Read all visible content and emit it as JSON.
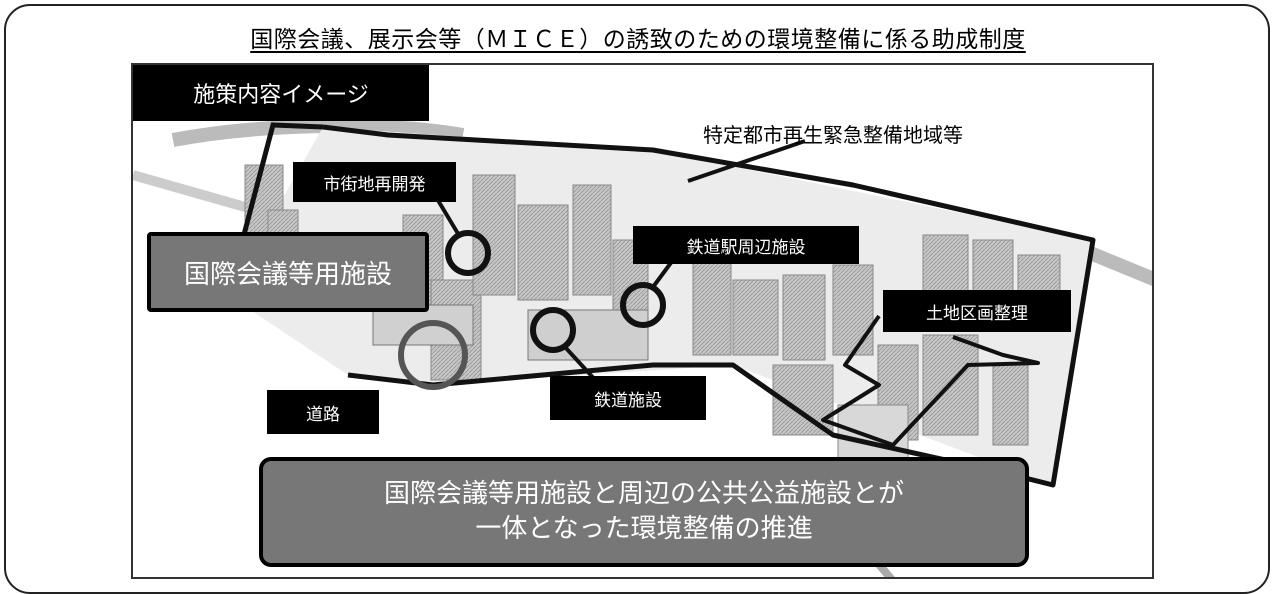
{
  "title": "国際会議、展示会等（ＭＩＣＥ）の誘致のための環境整備に係る助成制度",
  "header_label": "施策内容イメージ",
  "district_label": "特定都市再生緊急整備地域等",
  "labels": {
    "urban_redevelopment": "市街地再開発",
    "station_facilities": "鉄道駅周辺施設",
    "land_readjustment": "土地区画整理",
    "railway_facilities": "鉄道施設",
    "road": "道路"
  },
  "mice_facility": "国際会議等用施設",
  "summary": {
    "line1": "国際会議等用施設と周辺の公共公益施設とが",
    "line2": "一体となった環境整備の推進"
  }
}
